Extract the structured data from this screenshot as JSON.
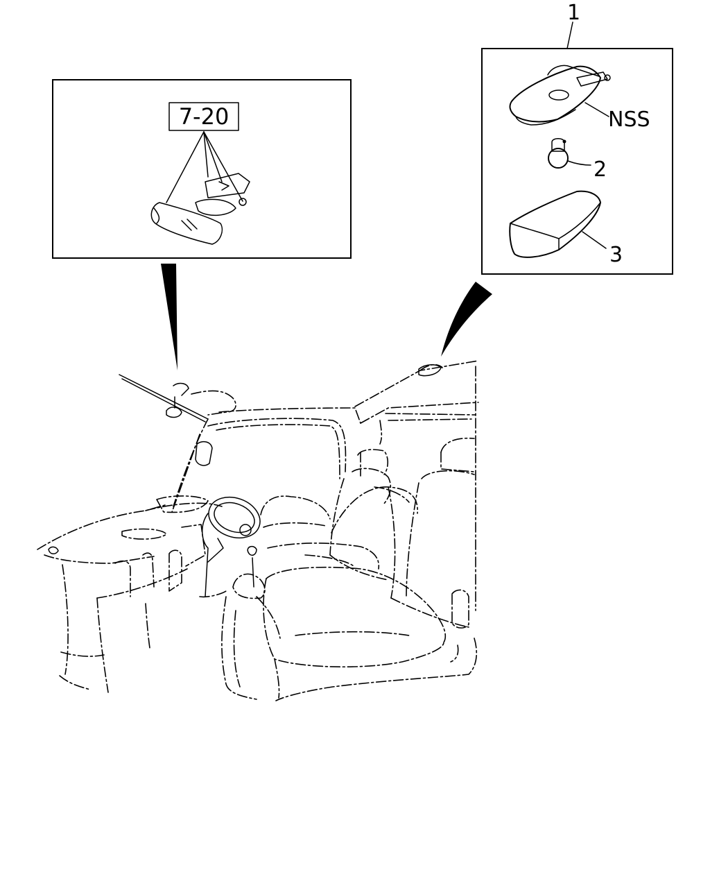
{
  "diagram": {
    "reference_label": "7-20",
    "callouts": [
      {
        "id": "callout-1",
        "text": "1"
      },
      {
        "id": "callout-nss",
        "text": "NSS"
      },
      {
        "id": "callout-2",
        "text": "2"
      },
      {
        "id": "callout-3",
        "text": "3"
      }
    ],
    "parts": [
      {
        "id": "1",
        "name": "room-lamp-assembly"
      },
      {
        "id": "2",
        "name": "bulb"
      },
      {
        "id": "3",
        "name": "lamp-lens"
      }
    ]
  }
}
